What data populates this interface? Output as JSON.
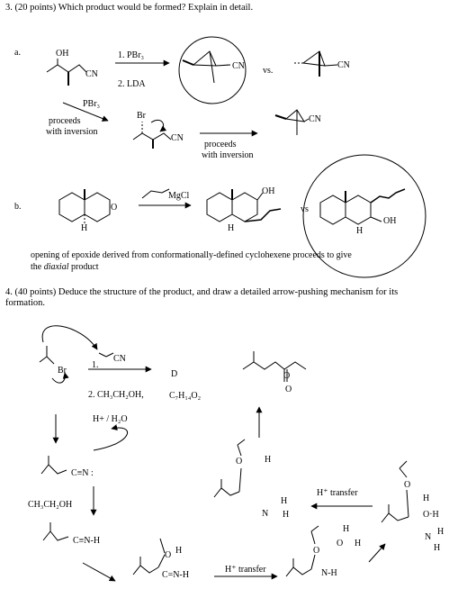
{
  "q3": {
    "header": "3.  (20 points)  Which product would be formed? Explain in detail.",
    "part_a": {
      "label": "a.",
      "sm_oh": "OH",
      "sm_cn": "CN",
      "step1": "1. PBr₃",
      "step2": "2. LDA",
      "circled_cn": "CN",
      "vs": "vs.",
      "alt_cn": "CN",
      "reagent_pbr3": "PBr₃",
      "proceeds_inv_1": "proceeds",
      "proceeds_inv_1b": "with inversion",
      "br": "Br",
      "cn_mid": "CN",
      "proceeds_inv_2": "proceeds",
      "proceeds_inv_2b": "with inversion",
      "prod_cn": "CN"
    },
    "part_b": {
      "label": "b.",
      "o_label": "O",
      "h_label": "H",
      "mgcl": "MgCl",
      "p1_oh": "OH",
      "p1_h": "H",
      "vs": "vs",
      "p2_oh": "OH",
      "p2_h": "H",
      "note_line1": "opening of epoxide derived from conformationally-defined cyclohexene proceeds to give",
      "note_line2_prefix": "the ",
      "note_diaxial": "diaxial",
      "note_line2_suffix": " product"
    }
  },
  "q4": {
    "header_line1": "4. (40 points) Deduce the structure of the product, and draw a detailed arrow-pushing mechanism for its",
    "header_line2": "formation.",
    "br": "Br",
    "step1": "1.",
    "cn": "CN",
    "step2": "2. CH₃CH₂OH,",
    "product_d": "D",
    "formula": "C₇H₁₄O₂",
    "h_h2o": "H+ / H₂O",
    "nitrile_n": "C≡N :",
    "etoh": "CH₃CH₂OH",
    "nitrilium": "C≡N-H",
    "imidate_o": "O",
    "imidate_h": "H",
    "imidate_cn": "C=N-H",
    "h_transfer_1": "H⁺ transfer",
    "ix_o": "O",
    "ix_h1": "H",
    "ix_o2": "O",
    "ix_h2": "H",
    "ix_nh": "N-H",
    "hplus_label": "H⁺ transfer",
    "tet_o": "O",
    "tet_oh": "O·H",
    "tet_h": "H",
    "tet_n": "N",
    "tet_h2": "H",
    "tet_h3": "H",
    "amm_o": "O",
    "amm_h": "H",
    "amm_n": "N",
    "amm_h1": "H",
    "amm_h2": "H",
    "ester_o": "O",
    "ester_o2": "O"
  }
}
